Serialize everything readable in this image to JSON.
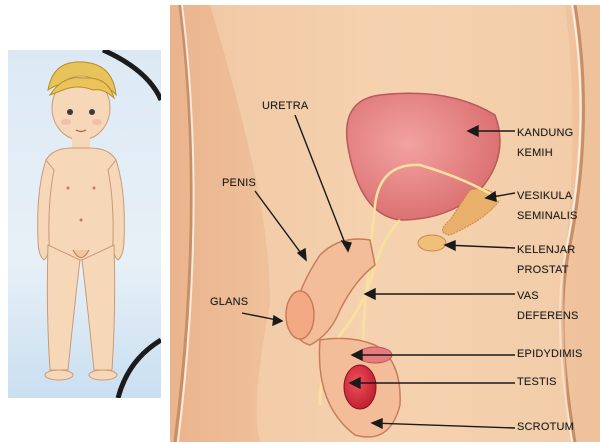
{
  "labels": {
    "uretra": "URETRA",
    "penis": "PENIS",
    "glans": "GLANS",
    "kandung_kemih": [
      "KANDUNG",
      "KEMIH"
    ],
    "vesikula_seminalis": [
      "VESIKULA",
      "SEMINALIS"
    ],
    "kelenjar_prostat": [
      "KELENJAR",
      "PROSTAT"
    ],
    "vas_deferens": [
      "VAS",
      "DEFERENS"
    ],
    "epidydimis": "EPIDYDIMIS",
    "testis": "TESTIS",
    "scrotum": "SCROTUM"
  },
  "colors": {
    "skin": "#f5c9a0",
    "background": "#f3d4b6",
    "bladder": "#e77b7b",
    "testis": "#d8233a",
    "outline": "#c87c5a",
    "hair": "#e8c25a"
  }
}
